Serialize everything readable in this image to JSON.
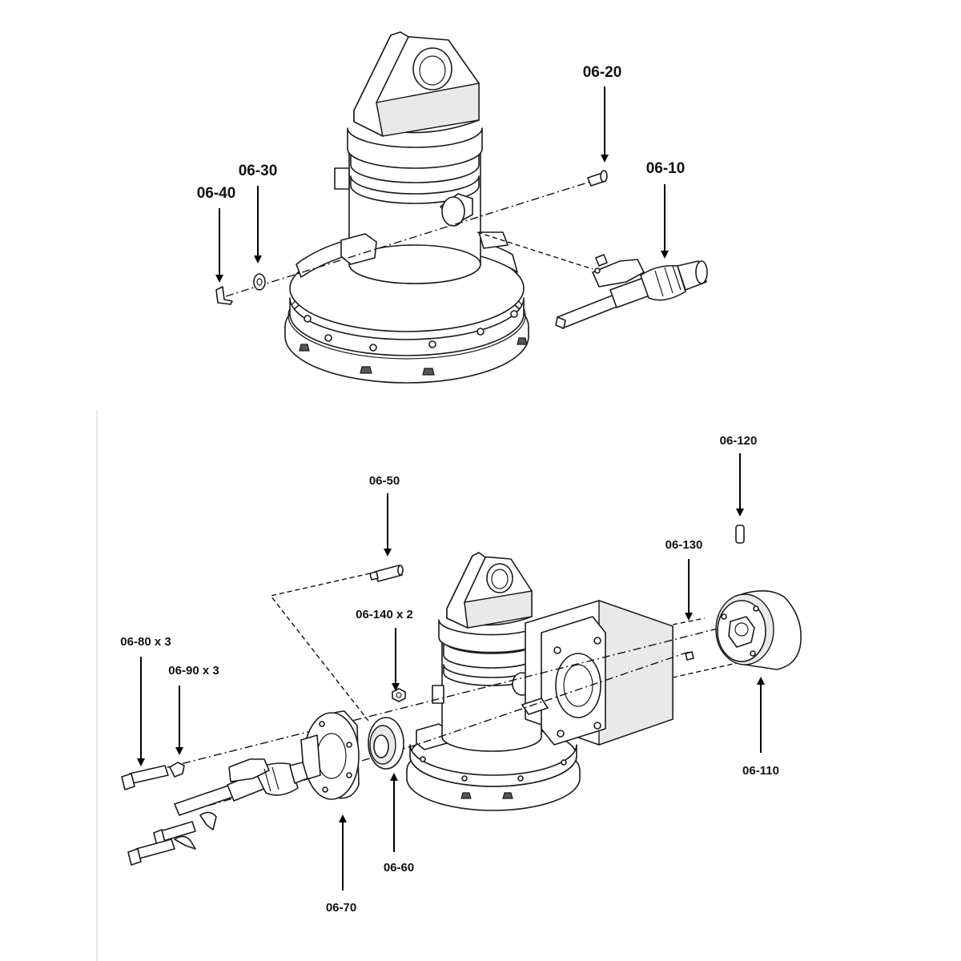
{
  "top_view": {
    "labels": {
      "p06_10": "06-10",
      "p06_20": "06-20",
      "p06_30": "06-30",
      "p06_40": "06-40"
    }
  },
  "bottom_view": {
    "labels": {
      "p06_50": "06-50",
      "p06_60": "06-60",
      "p06_70": "06-70",
      "p06_80": "06-80 x 3",
      "p06_90": "06-90 x 3",
      "p06_110": "06-110",
      "p06_120": "06-120",
      "p06_130": "06-130",
      "p06_140": "06-140 x 2"
    }
  }
}
